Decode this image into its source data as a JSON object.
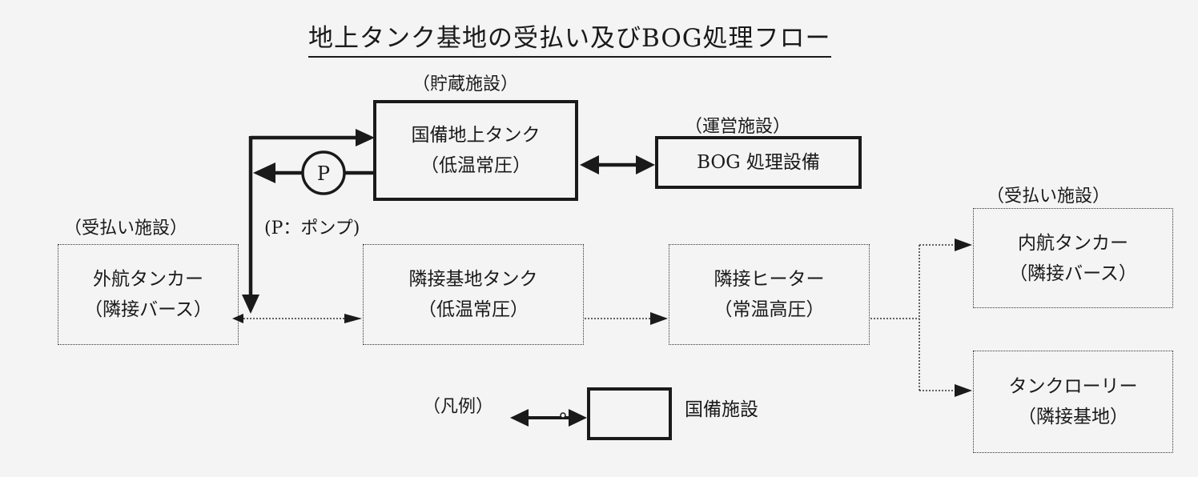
{
  "title": "地上タンク基地の受払い及びBOG処理フロー",
  "captions": {
    "storage": "（貯蔵施設）",
    "operation": "（運営施設）",
    "receiving_left": "（受払い施設）",
    "receiving_right": "（受払い施設）",
    "pump_note": "(P：ポンプ)",
    "legend": "（凡例）"
  },
  "pump_label": "P",
  "boxes": {
    "national_tank": [
      "国備地上タンク",
      "（低温常圧）"
    ],
    "bog": [
      "BOG 処理設備"
    ],
    "ocean_tanker": [
      "外航タンカー",
      "（隣接バース）"
    ],
    "adjacent_tank": [
      "隣接基地タンク",
      "（低温常圧）"
    ],
    "heater": [
      "隣接ヒーター",
      "（常温高圧）"
    ],
    "coastal_tanker": [
      "内航タンカー",
      "（隣接バース）"
    ],
    "tank_lorry": [
      "タンクローリー",
      "（隣接基地）"
    ]
  },
  "legend_label": "国備施設"
}
